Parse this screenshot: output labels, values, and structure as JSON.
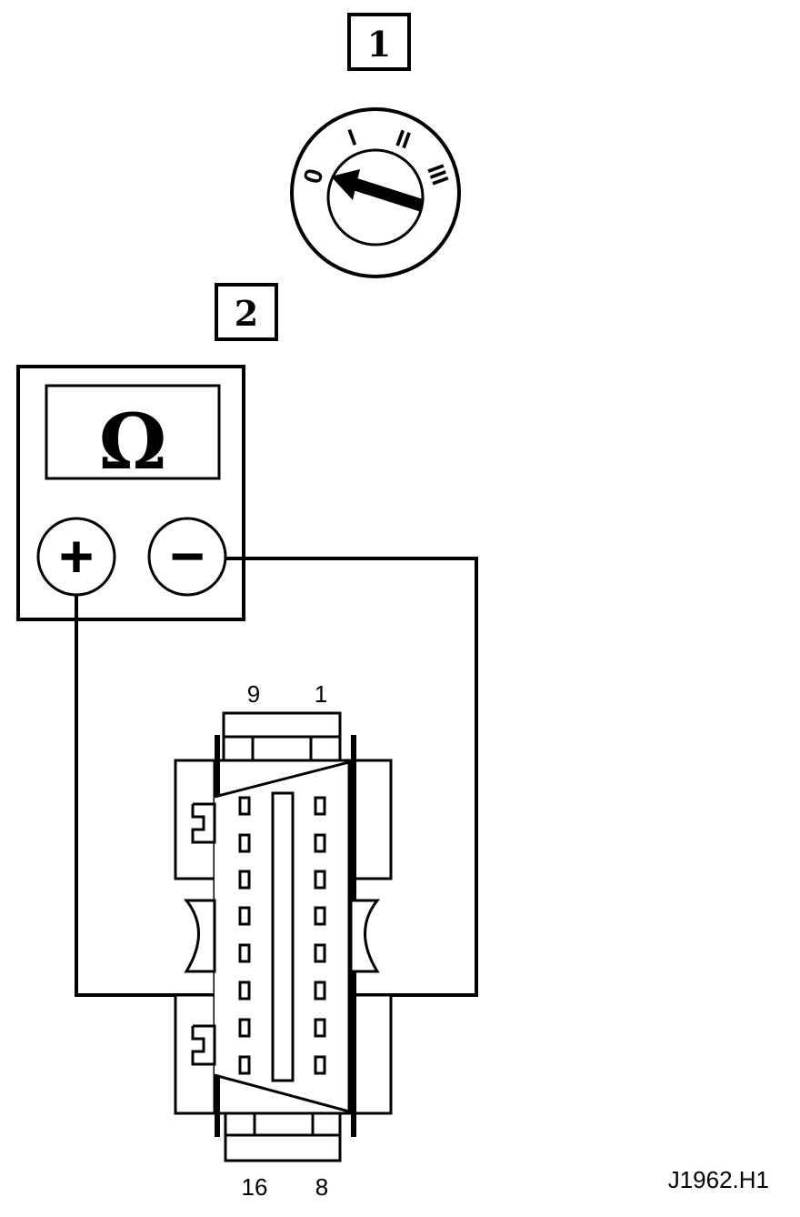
{
  "step_labels": {
    "step1": "1",
    "step2": "2"
  },
  "ignition_switch": {
    "positions": [
      "0",
      "I",
      "II",
      "III"
    ],
    "selected_position": "0"
  },
  "multimeter": {
    "display_symbol": "Ω",
    "positive_terminal": "+",
    "negative_terminal": "−"
  },
  "connector": {
    "top_pin_labels": [
      "9",
      "1"
    ],
    "bottom_pin_labels": [
      "16",
      "8"
    ]
  },
  "figure_id": "J1962.H1"
}
